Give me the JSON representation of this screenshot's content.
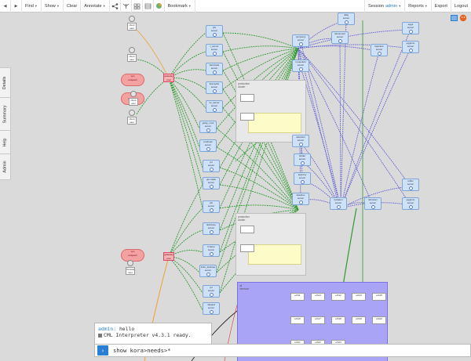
{
  "toolbar": {
    "nav_back": "◀",
    "nav_forward": "▶",
    "find": "Find",
    "show": "Show",
    "clear": "Clear",
    "annotate": "Annotate",
    "bookmark": "Bookmark",
    "session_label": "Session",
    "session_user": "admin",
    "reports": "Reports",
    "export": "Export",
    "logout": "Logout"
  },
  "sidetabs": [
    "Details",
    "Summary",
    "Help",
    "Admin"
  ],
  "colors": {
    "accent": "#2a7fd4",
    "link_green": "#2e9a2e",
    "link_blue": "#5b5bd6",
    "link_orange": "#f0a030"
  },
  "graph": {
    "nodes": [
      {
        "label": "pfs\nserver"
      },
      {
        "label": "t_server\nserver"
      },
      {
        "label": "barricade\nserver"
      },
      {
        "label": "licensefw\nserver"
      },
      {
        "label": "rw_server\nserver"
      },
      {
        "label": "gway_mod\nserver"
      },
      {
        "label": "prodmax\nserver"
      },
      {
        "label": "pit\nserver"
      },
      {
        "label": "gw-mask\nserver"
      },
      {
        "label": "pfs\nserver"
      },
      {
        "label": "linkclone\nserver"
      },
      {
        "label": "fcrame\nserver"
      },
      {
        "label": "links_desktop\nserver"
      },
      {
        "label": "pit\nserver"
      },
      {
        "label": "slipped\nserver"
      },
      {
        "label": "dsfg\nserver"
      },
      {
        "label": "dsconnect\nserver"
      },
      {
        "label": "remproxy\nserver"
      },
      {
        "label": "ltapclust\nserver"
      },
      {
        "label": "asterism\nserver"
      },
      {
        "label": "routeclust\nserver"
      },
      {
        "label": "holder\nserver"
      },
      {
        "label": "asproxy\nserver"
      },
      {
        "label": "wlanbox\nserver"
      },
      {
        "label": "isolation\nserver"
      },
      {
        "label": "isbrouter\nserver"
      },
      {
        "label": "eggs\nserver"
      },
      {
        "label": "eggsmo\nserver"
      },
      {
        "label": "reflex\nserver"
      },
      {
        "label": "eggsmo\nserver"
      }
    ],
    "clusters": [
      {
        "label": "production\ncluster"
      },
      {
        "label": "production\ncluster"
      },
      {
        "label": "dll\ninterface"
      }
    ],
    "hubs": [
      {
        "label": "gateway\nproc"
      },
      {
        "label": "gateway\nproc"
      }
    ],
    "pinks": [
      {
        "label": "vpn\nendpoint"
      },
      {
        "label": "vpn\nendpoint"
      },
      {
        "label": "vpn\nendpoint"
      }
    ],
    "people": [
      {
        "label": "client\nuser"
      },
      {
        "label": "client\nuser"
      },
      {
        "label": "client\nuser"
      },
      {
        "label": "client\nuser"
      },
      {
        "label": "Outside\nuser"
      }
    ],
    "interfaces": [
      "eth11",
      "eth14",
      "eth12",
      "eth13",
      "eth15",
      "eth16",
      "eth17",
      "eth18",
      "eth19",
      "eth20",
      "eth21",
      "eth22",
      "eth23"
    ]
  },
  "console": {
    "log_user": "admin:",
    "log_message": "hello",
    "version_text": "CML Interpreter v4.3.1 ready.",
    "input_value": "show kora>needs>*"
  }
}
